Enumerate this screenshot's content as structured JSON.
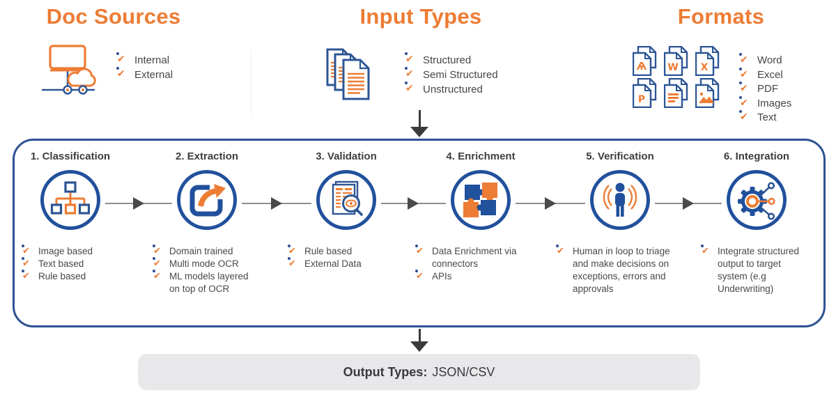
{
  "icons": {
    "check": "✔"
  },
  "colors": {
    "orange": "#ED7C34",
    "blue": "#21509C",
    "box_border": "#2C5191",
    "output_bg": "#E8E8EA"
  },
  "header": {
    "sections": [
      {
        "title": "Doc Sources",
        "icon": "network-cloud-icon",
        "items": [
          "Internal",
          "External"
        ]
      },
      {
        "title": "Input Types",
        "icon": "stacked-documents-icon",
        "items": [
          "Structured",
          "Semi Structured",
          "Unstructured"
        ]
      },
      {
        "title": "Formats",
        "items": [
          "Word",
          "Excel",
          "PDF",
          "Images",
          "Text"
        ],
        "file_icons": [
          {
            "name": "pdf-file-icon",
            "glyph": "Ѧ"
          },
          {
            "name": "word-file-icon",
            "glyph": "W"
          },
          {
            "name": "excel-file-icon",
            "glyph": "X"
          },
          {
            "name": "powerpoint-file-icon",
            "glyph": "P"
          },
          {
            "name": "text-file-icon",
            "glyph": ""
          },
          {
            "name": "image-file-icon",
            "glyph": ""
          }
        ]
      }
    ]
  },
  "pipeline": {
    "stages": [
      {
        "title": "1. Classification",
        "icon": "hierarchy-icon",
        "items": [
          "Image based",
          "Text based",
          "Rule based"
        ]
      },
      {
        "title": "2. Extraction",
        "icon": "export-arrow-icon",
        "items": [
          "Domain trained",
          "Multi mode OCR",
          "ML models layered on top of OCR"
        ]
      },
      {
        "title": "3. Validation",
        "icon": "document-magnifier-icon",
        "items": [
          "Rule based",
          "External Data"
        ]
      },
      {
        "title": "4. Enrichment",
        "icon": "puzzle-icon",
        "items": [
          "Data Enrichment via connectors",
          "APIs"
        ]
      },
      {
        "title": "5. Verification",
        "icon": "human-focus-icon",
        "items": [
          "Human in loop to triage and make decisions on exceptions, errors and approvals"
        ]
      },
      {
        "title": "6. Integration",
        "icon": "gear-network-icon",
        "items": [
          "Integrate structured output to target system (e.g Underwriting)"
        ]
      }
    ]
  },
  "output": {
    "label": "Output Types:",
    "value": "JSON/CSV"
  }
}
